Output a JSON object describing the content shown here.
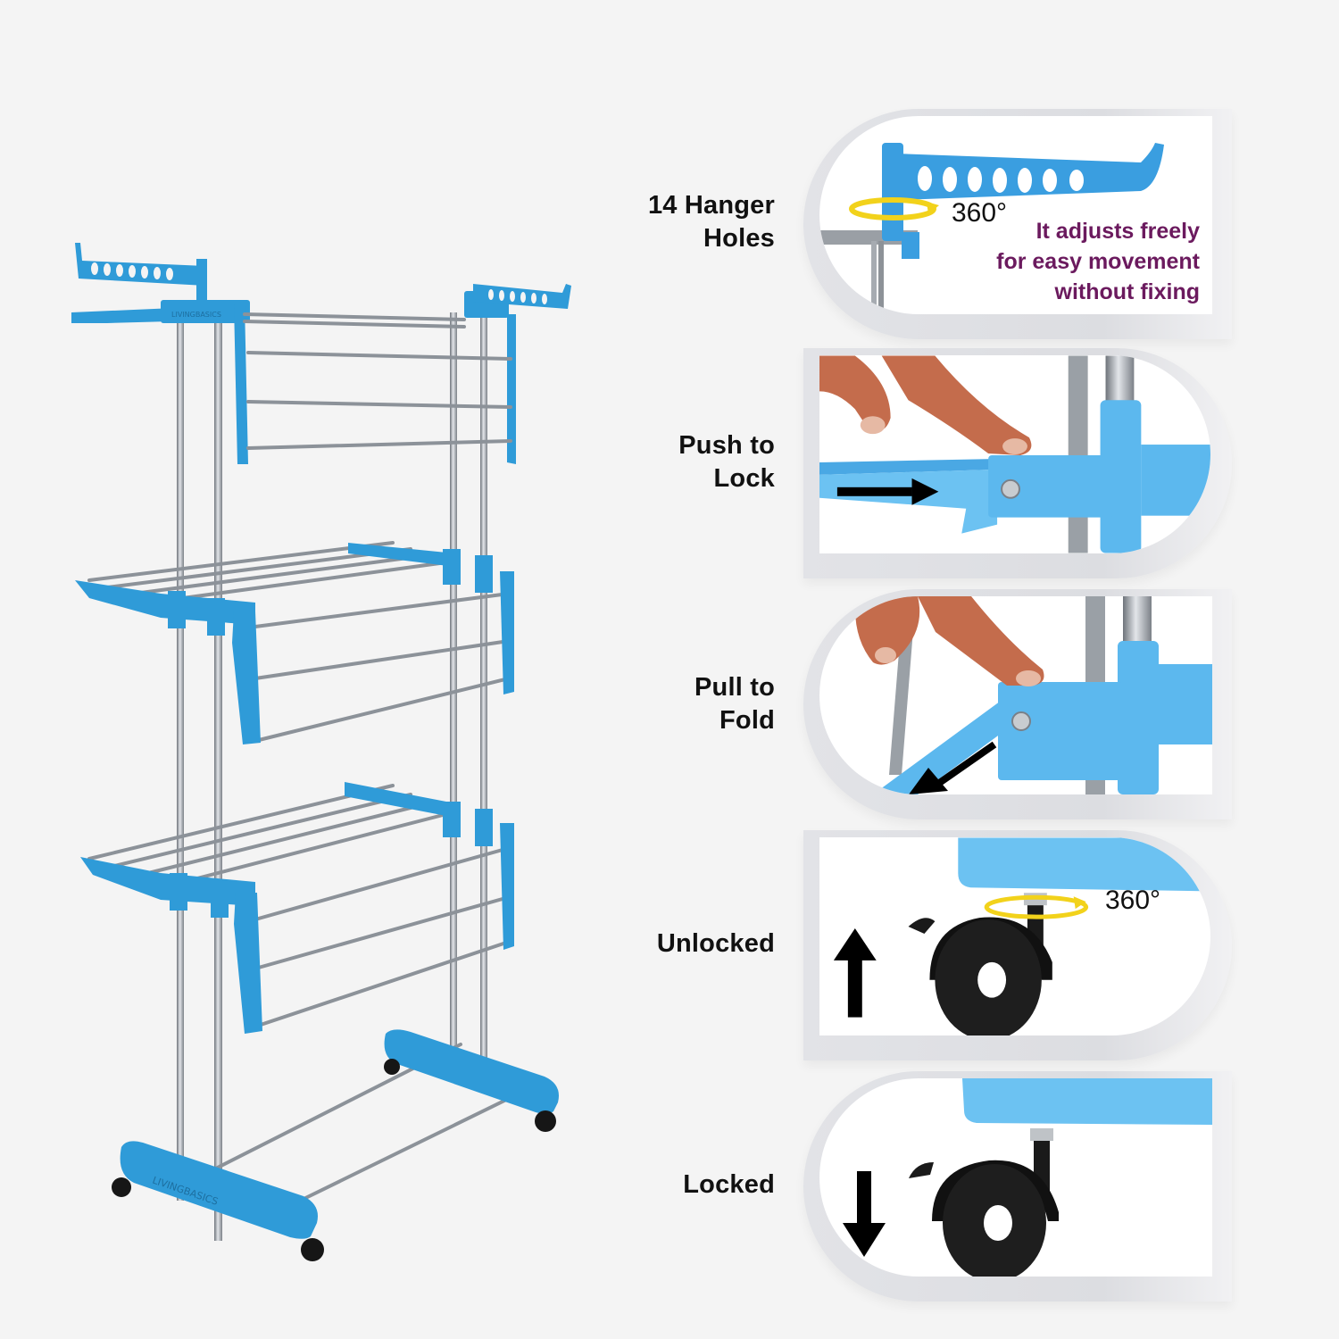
{
  "product": {
    "name": "3-tier foldable clothes drying stand",
    "brand_logo": "LIVINGBASICS",
    "colors": {
      "plastic": "#2f9bd8",
      "plastic_dark": "#1f7fb8",
      "steel": "#9aa0a6",
      "wheel": "#1a1a1a"
    }
  },
  "features": [
    {
      "label_line1": "14 Hanger",
      "label_line2": "Holes",
      "rotation": "360°",
      "description_lines": [
        "It adjusts freely",
        "for easy movement",
        "without fixing"
      ],
      "description_color": "#6b1a5e"
    },
    {
      "label_line1": "Push to",
      "label_line2": "Lock",
      "arrow": "arrow-right"
    },
    {
      "label_line1": "Pull to",
      "label_line2": "Fold",
      "arrow": "arrow-down-left"
    },
    {
      "label_line1": "Unlocked",
      "rotation": "360°",
      "arrow": "arrow-up"
    },
    {
      "label_line1": "Locked",
      "arrow": "arrow-down"
    }
  ]
}
